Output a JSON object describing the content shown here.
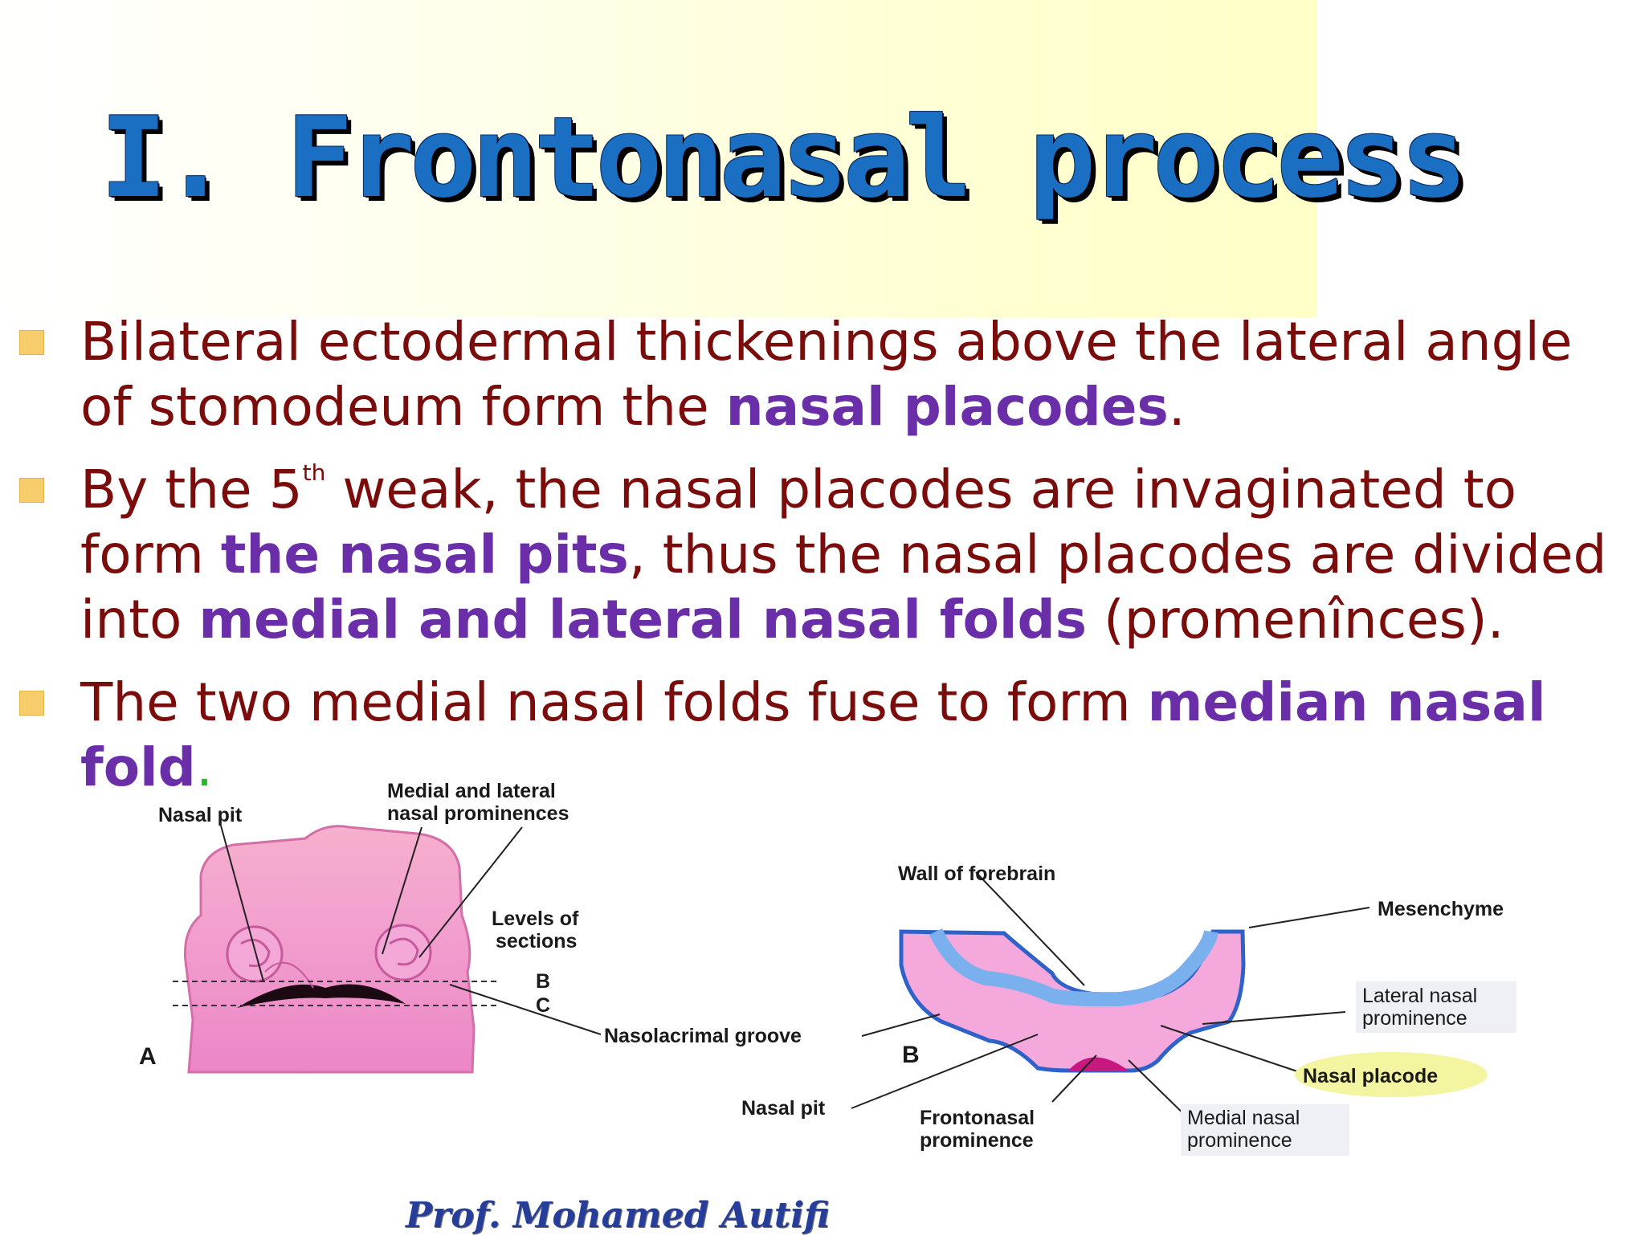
{
  "title": "I. Frontonasal process",
  "bullets": [
    {
      "text_1": "Bilateral ectodermal thickenings above the lateral angle of stomodeum form the ",
      "highlight_1": "nasal placodes",
      "text_2": "."
    },
    {
      "text_1": "By the 5",
      "superscript": "th",
      "text_2": " weak, the nasal placodes are invaginated to form ",
      "highlight_1": "the nasal pits",
      "text_3": ", thus the nasal placodes are divided into ",
      "highlight_2": "medial and lateral nasal folds",
      "text_4": " (promenînces)."
    },
    {
      "text_1": "The two medial nasal folds fuse to form ",
      "highlight_1": "median nasal fold",
      "text_2": "."
    }
  ],
  "figure": {
    "panel_a": {
      "letter": "A",
      "nasal_pit": "Nasal pit",
      "prominences_1": "Medial and lateral",
      "prominences_2": "nasal prominences",
      "levels_1": "Levels of",
      "levels_2": "sections",
      "level_b": "B",
      "level_c": "C",
      "nasolacrimal": "Nasolacrimal groove"
    },
    "panel_b": {
      "letter": "B",
      "forebrain": "Wall of forebrain",
      "mesenchyme": "Mesenchyme",
      "lateral_1": "Lateral nasal",
      "lateral_2": "prominence",
      "placode": "Nasal placode",
      "medial_1": "Medial nasal",
      "medial_2": "prominence",
      "frontonasal_1": "Frontonasal",
      "frontonasal_2": "prominence",
      "nasal_pit": "Nasal pit"
    }
  },
  "footer": "Prof. Mohamed Autifi",
  "colors": {
    "title": "#1a6fc2",
    "body_text": "#7a0c0c",
    "highlight": "#6a2fa8",
    "bullet": "#f7cd6c",
    "tissue": "#f0a0d6",
    "ectoderm": "#7ab0ee"
  }
}
